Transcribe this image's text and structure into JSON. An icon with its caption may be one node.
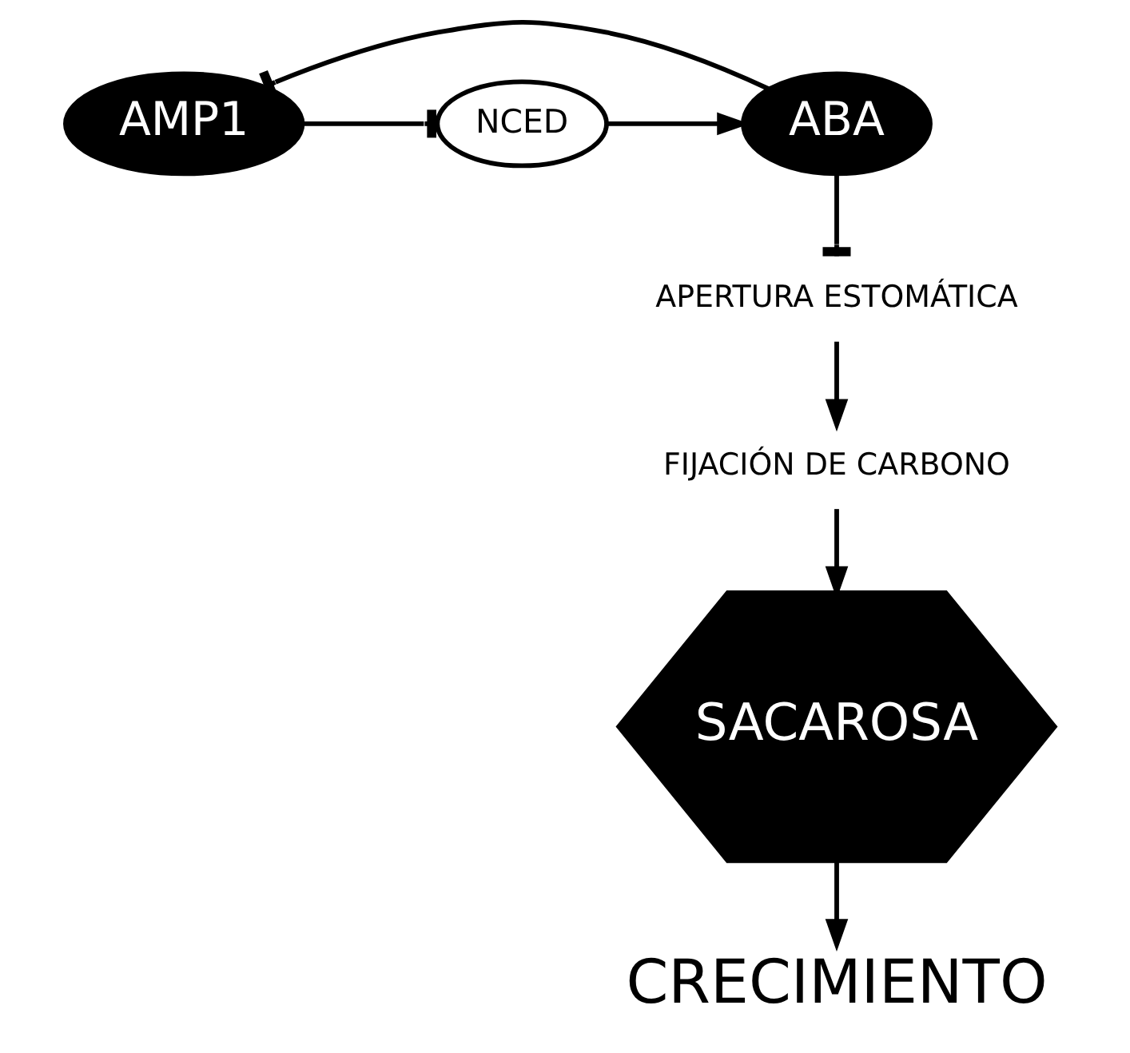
{
  "diagram": {
    "nodes": [
      {
        "text": [
          "AMP1"
        ]
      },
      {
        "text": [
          "NCED"
        ]
      },
      {
        "text": [
          "ABA"
        ]
      },
      {
        "text": [
          "APERTURA ESTOMÁTICA"
        ]
      },
      {
        "text": [
          "FIJACIÓN DE CARBONO"
        ]
      },
      {
        "text": [
          "SACAROSA"
        ]
      },
      {
        "text": [
          "CRECIMIENTO"
        ]
      }
    ],
    "edges": [
      {
        "from": 0,
        "to": 1,
        "arrow": "other"
      },
      {
        "from": 1,
        "to": 2,
        "arrow": "to"
      },
      {
        "from": 2,
        "to": 0,
        "arrow": "other"
      },
      {
        "from": 2,
        "to": 3,
        "arrow": "other"
      },
      {
        "from": 3,
        "to": 4,
        "arrow": "to"
      },
      {
        "from": 4,
        "to": 5,
        "arrow": "to"
      },
      {
        "from": 5,
        "to": 6,
        "arrow": "to"
      }
    ]
  }
}
